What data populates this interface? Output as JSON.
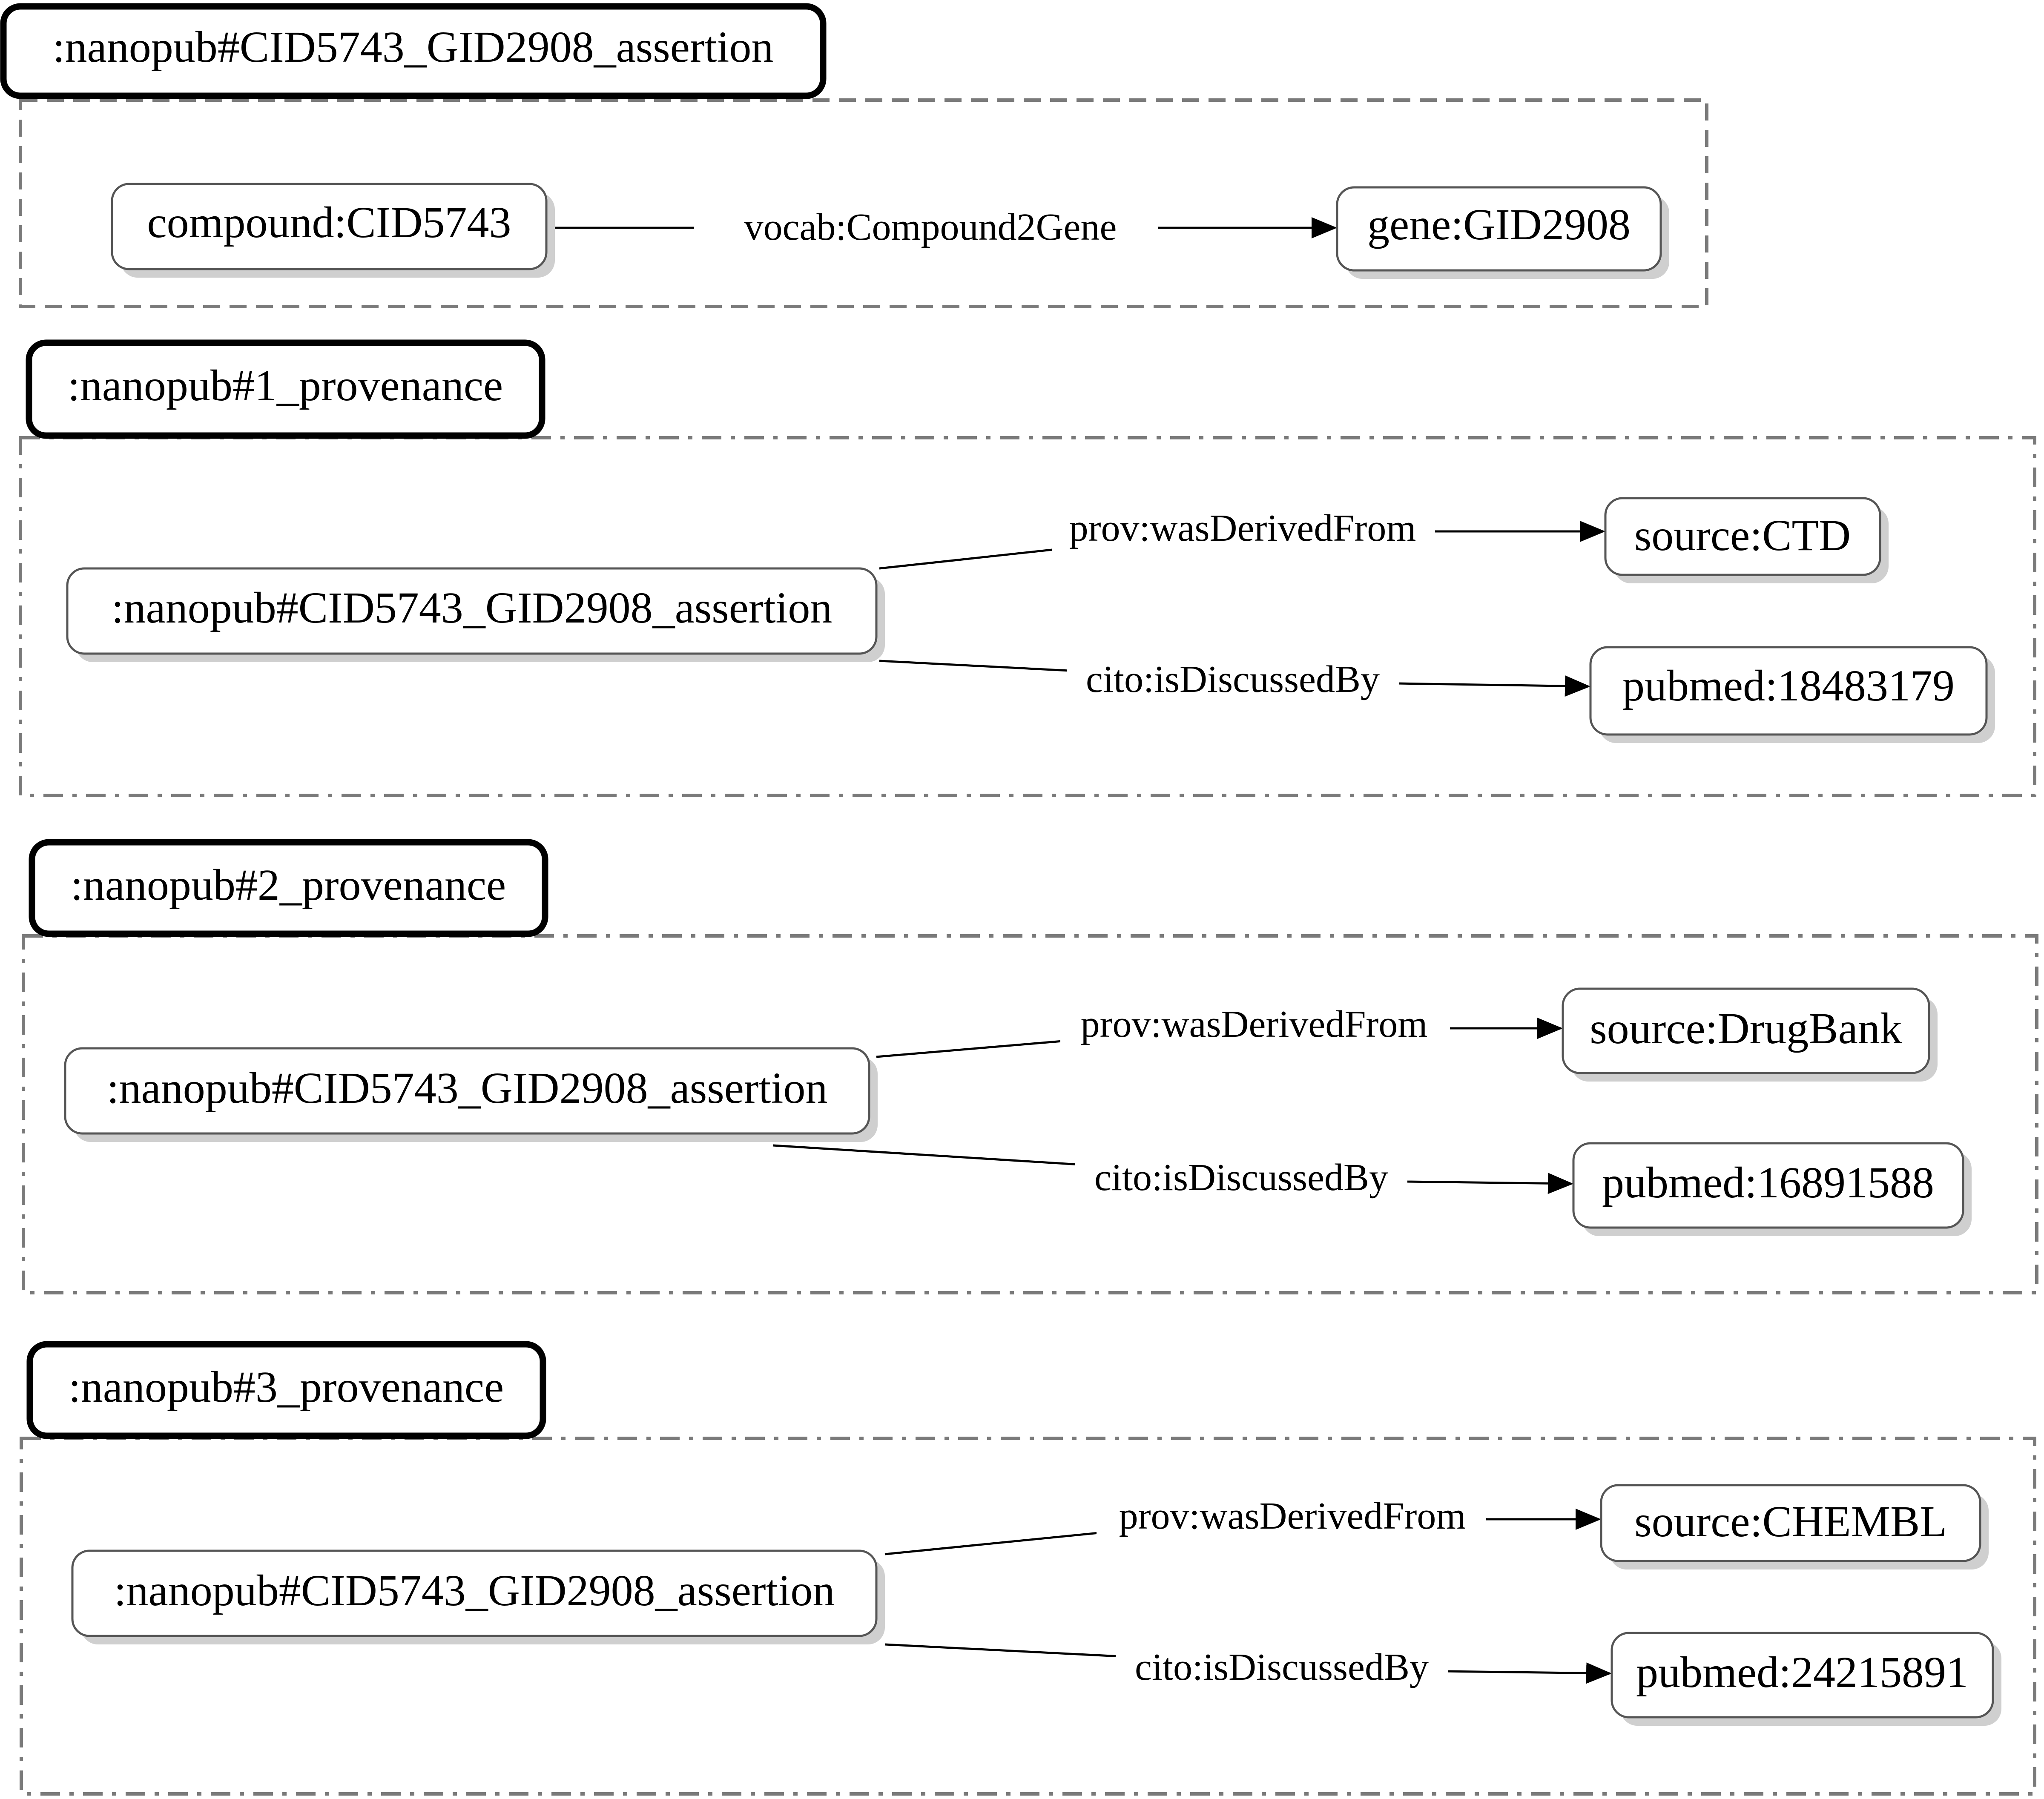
{
  "assertion_graph": {
    "title": ":nanopub#CID5743_GID2908_assertion",
    "subject": "compound:CID5743",
    "predicate": "vocab:Compound2Gene",
    "object": "gene:GID2908"
  },
  "provenance_graphs": [
    {
      "title": ":nanopub#1_provenance",
      "subject": ":nanopub#CID5743_GID2908_assertion",
      "derived_label": "prov:wasDerivedFrom",
      "source": "source:CTD",
      "discussed_label": "cito:isDiscussedBy",
      "pubmed": "pubmed:18483179"
    },
    {
      "title": ":nanopub#2_provenance",
      "subject": ":nanopub#CID5743_GID2908_assertion",
      "derived_label": "prov:wasDerivedFrom",
      "source": "source:DrugBank",
      "discussed_label": "cito:isDiscussedBy",
      "pubmed": "pubmed:16891588"
    },
    {
      "title": ":nanopub#3_provenance",
      "subject": ":nanopub#CID5743_GID2908_assertion",
      "derived_label": "prov:wasDerivedFrom",
      "source": "source:CHEMBL",
      "discussed_label": "cito:isDiscussedBy",
      "pubmed": "pubmed:24215891"
    }
  ]
}
